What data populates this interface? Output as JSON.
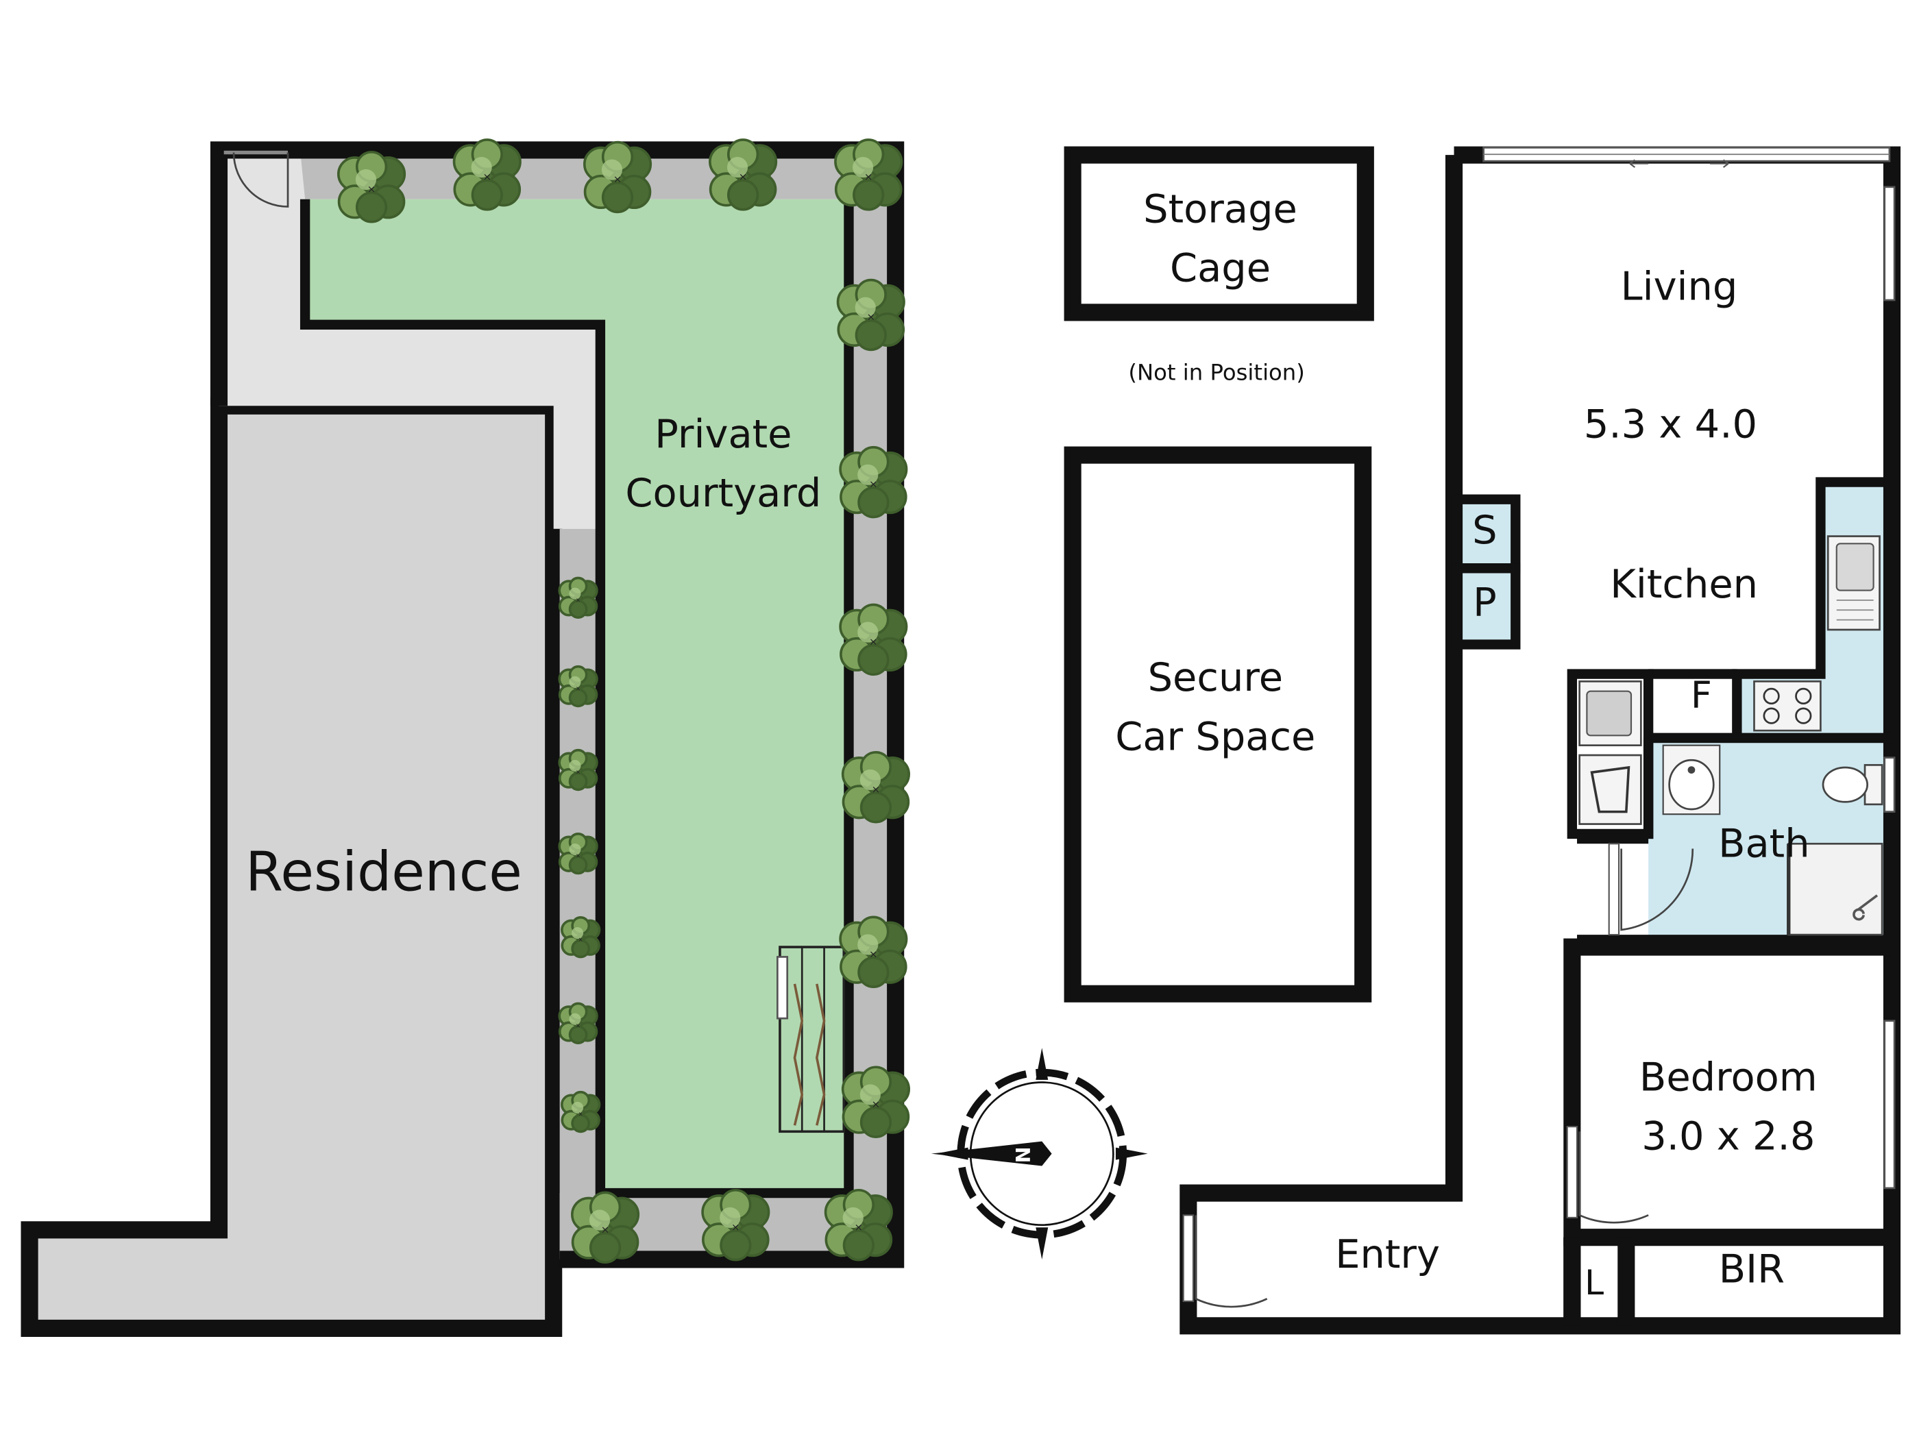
{
  "colors": {
    "courtyard_green": "#b1d9b1",
    "paving_grey": "#bdbdbd",
    "residence_grey": "#d4d4d4",
    "path_light": "#e3e3e3",
    "wet_area_blue": "#cfe8f0",
    "wall": "#111111",
    "tree_dark": "#4a6b34",
    "tree_light": "#7ea25c"
  },
  "labels": {
    "private_courtyard_line1": "Private",
    "private_courtyard_line2": "Courtyard",
    "residence": "Residence",
    "storage_cage_line1": "Storage",
    "storage_cage_line2": "Cage",
    "not_in_position": "(Not in Position)",
    "secure_car_line1": "Secure",
    "secure_car_line2": "Car Space",
    "living": "Living",
    "living_dims": "5.3 x 4.0",
    "kitchen": "Kitchen",
    "s_cupboard": "S",
    "p_cupboard": "P",
    "fridge": "F",
    "bath": "Bath",
    "bedroom": "Bedroom",
    "bedroom_dims": "3.0 x 2.8",
    "entry": "Entry",
    "linen": "L",
    "bir": "BIR",
    "compass_north": "N"
  },
  "icons": [
    "tree-icon",
    "compass-icon",
    "sink-icon",
    "cooktop-icon",
    "toilet-icon",
    "basin-icon",
    "shower-icon",
    "laundry-trough-icon",
    "washing-machine-icon",
    "door-swing-icon",
    "window-icon",
    "bike-rack-icon"
  ]
}
